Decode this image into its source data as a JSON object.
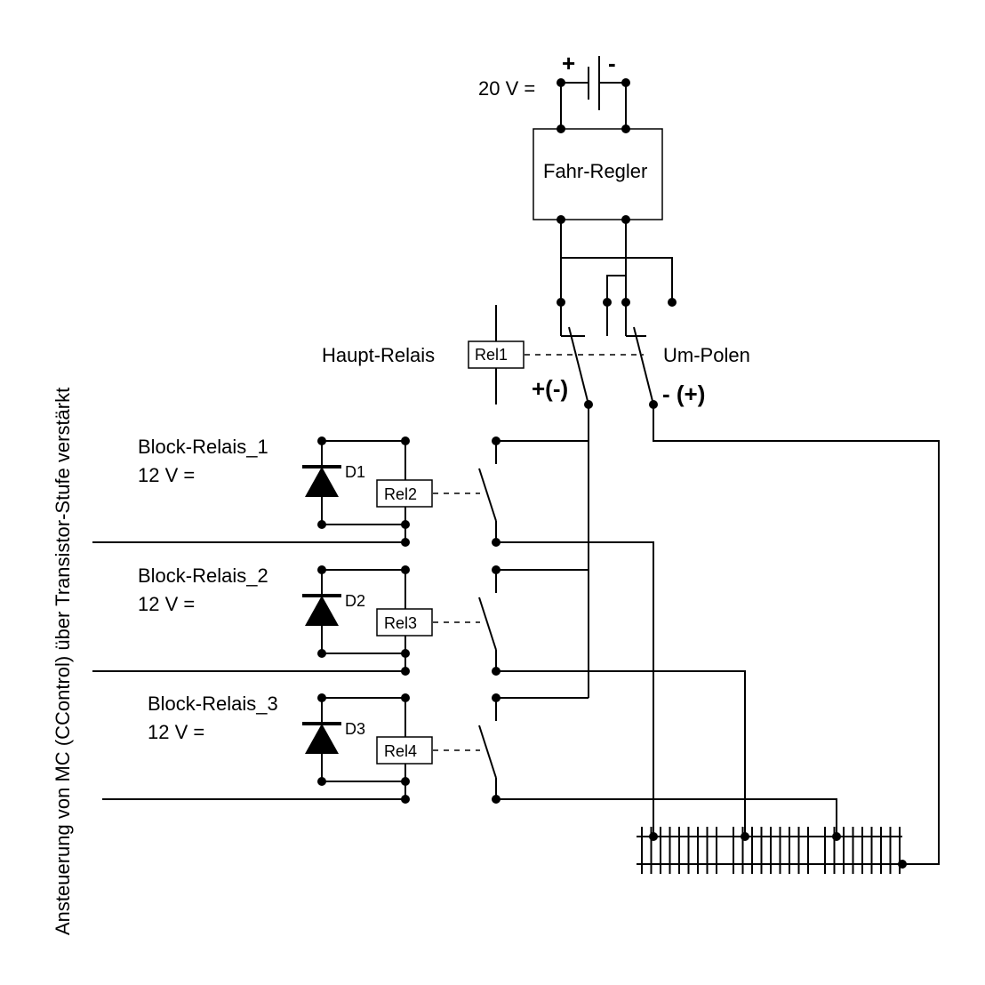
{
  "supply": {
    "voltage": "20 V =",
    "plus": "+",
    "minus": "-"
  },
  "regulator": {
    "label": "Fahr-Regler"
  },
  "main_relay": {
    "label": "Haupt-Relais",
    "name": "Rel1",
    "reverse_label": "Um-Polen",
    "pol_left": "+(-)",
    "pol_right": "- (+)"
  },
  "side_label": "Ansteuerung von MC (CControl) über Transistor-Stufe verstärkt",
  "blocks": [
    {
      "label": "Block-Relais_1",
      "voltage": "12 V =",
      "diode": "D1",
      "relay": "Rel2"
    },
    {
      "label": "Block-Relais_2",
      "voltage": "12 V =",
      "diode": "D2",
      "relay": "Rel3"
    },
    {
      "label": "Block-Relais_3",
      "voltage": "12 V =",
      "diode": "D3",
      "relay": "Rel4"
    }
  ]
}
